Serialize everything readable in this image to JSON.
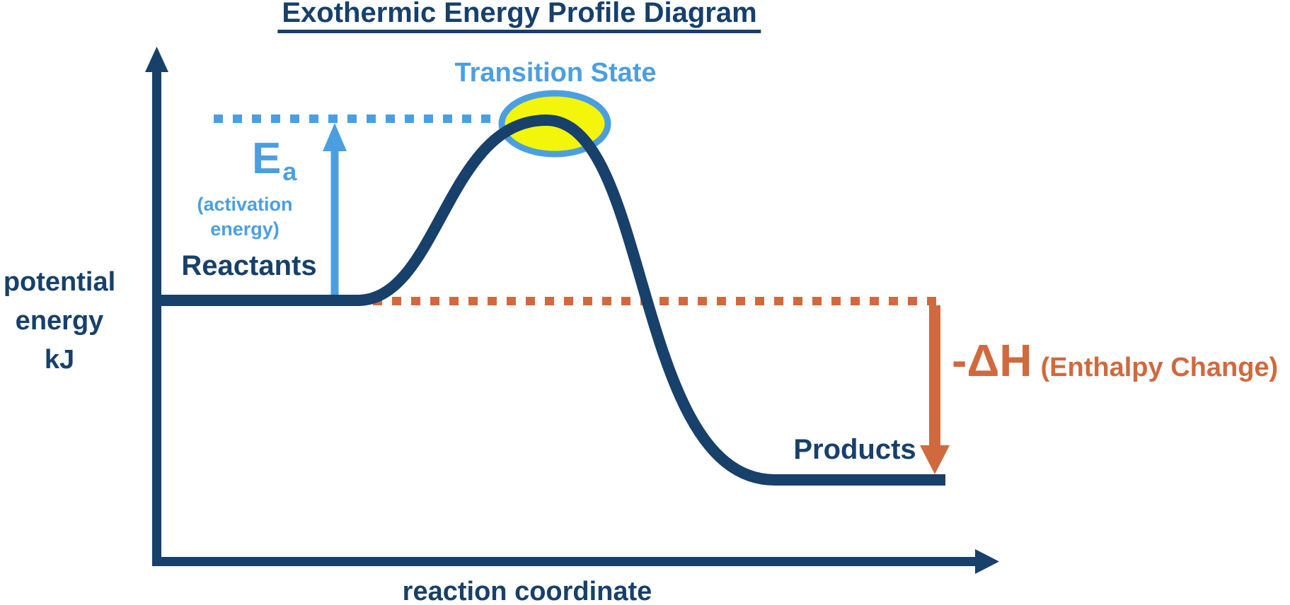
{
  "title": "Exothermic Energy Profile Diagram",
  "theme": {
    "navy": "#17406b",
    "light_blue": "#4b9fe1",
    "orange": "#d0693e",
    "yellow": "#f3f50b"
  },
  "axes": {
    "y_label_line1": "potential",
    "y_label_line2": "energy",
    "y_label_line3": "kJ",
    "x_label": "reaction coordinate"
  },
  "labels": {
    "transition_state": "Transition State",
    "reactants": "Reactants",
    "products": "Products",
    "activation_symbol": "E",
    "activation_symbol_sub": "a",
    "activation_note_line1": "(activation",
    "activation_note_line2": "energy)",
    "enthalpy_symbol": "-ΔH",
    "enthalpy_note": "(Enthalpy Change)"
  },
  "diagram": {
    "type": "energy-profile",
    "reaction_type": "exothermic",
    "levels": {
      "reactants_energy": "high plateau (start)",
      "transition_state_energy": "maximum (peak, circled)",
      "products_energy": "lowest plateau (end)"
    },
    "annotations": {
      "Ea": "activation energy: arrow up from reactants level to transition-state level",
      "minus_delta_H": "enthalpy change: arrow down from reactants level to products level"
    }
  }
}
